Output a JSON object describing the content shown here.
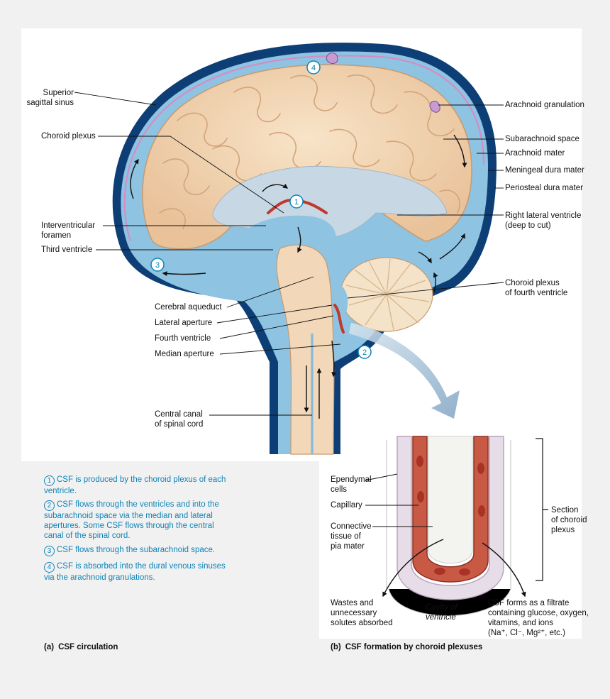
{
  "labels_left": {
    "superior_sagittal_sinus": "Superior\nsagittal sinus",
    "choroid_plexus": "Choroid plexus",
    "interventricular_foramen": "Interventricular\nforamen",
    "third_ventricle": "Third ventricle",
    "cerebral_aqueduct": "Cerebral aqueduct",
    "lateral_aperture": "Lateral aperture",
    "fourth_ventricle": "Fourth ventricle",
    "median_aperture": "Median aperture",
    "central_canal": "Central canal\nof spinal cord"
  },
  "labels_right": {
    "arachnoid_granulation": "Arachnoid granulation",
    "subarachnoid_space": "Subarachnoid space",
    "arachnoid_mater": "Arachnoid mater",
    "meningeal_dura": "Meningeal dura mater",
    "periosteal_dura": "Periosteal dura mater",
    "right_lateral_ventricle": "Right lateral ventricle\n(deep to cut)",
    "choroid_plexus_fourth": "Choroid plexus\nof fourth ventricle"
  },
  "markers": [
    "1",
    "2",
    "3",
    "4"
  ],
  "steps": [
    {
      "num": "1",
      "text": "CSF is produced by the choroid plexus of each ventricle."
    },
    {
      "num": "2",
      "text": "CSF flows through the ventricles and into the subarachnoid space via the median and lateral apertures. Some CSF flows through the central canal of the spinal cord."
    },
    {
      "num": "3",
      "text": "CSF flows through the subarachnoid space."
    },
    {
      "num": "4",
      "text": "CSF is absorbed into the dural venous sinuses via the arachnoid granulations."
    }
  ],
  "inset_labels": {
    "ependymal_cells": "Ependymal\ncells",
    "capillary": "Capillary",
    "connective_tissue": "Connective\ntissue of\npia mater",
    "section": "Section\nof choroid\nplexus",
    "wastes": "Wastes and\nunnecessary\nsolutes absorbed",
    "cavity": "Cavity of\nventricle",
    "csf_forms": "CSF forms as a filtrate\ncontaining glucose, oxygen,\nvitamins, and ions",
    "ions": "(Na⁺, Cl⁻, Mg²⁺, etc.)"
  },
  "captions": {
    "a_part": "(a)",
    "a_text": "CSF circulation",
    "b_part": "(b)",
    "b_text": "CSF formation by choroid plexuses"
  },
  "colors": {
    "csf_blue": "#7fb9dd",
    "brain_tan": "#f2d8b8",
    "dura_blue": "#0d3f76",
    "marker_blue": "#0f84b8",
    "capillary_red": "#c0392b"
  }
}
